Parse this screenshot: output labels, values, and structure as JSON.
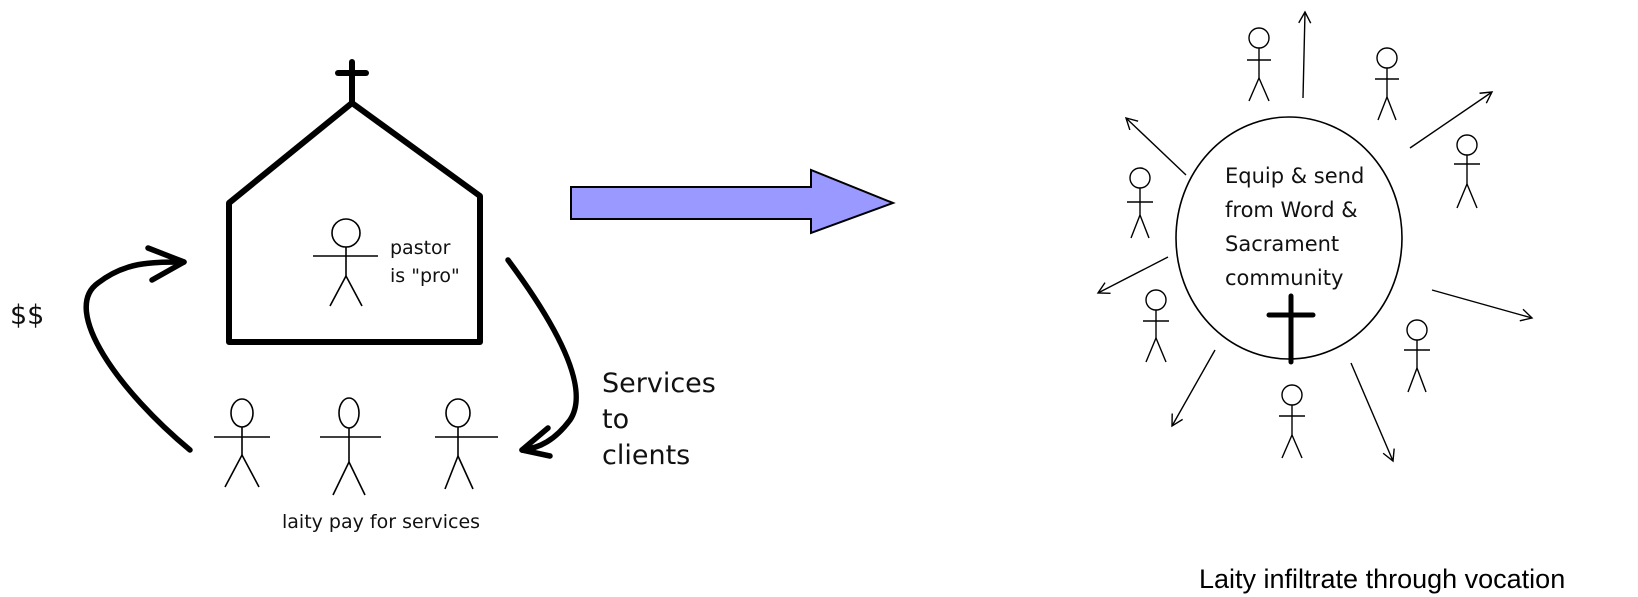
{
  "left_panel": {
    "money_label": "$$",
    "pastor_label_line1": "pastor",
    "pastor_label_line2": "is \"pro\"",
    "services_line1": "Services",
    "services_line2": "to",
    "services_line3": "clients",
    "laity_caption": "laity pay for services"
  },
  "right_panel": {
    "circle_line1": "Equip & send",
    "circle_line2": "from Word &",
    "circle_line3": "Sacrament",
    "circle_line4": "community",
    "caption": "Laity infiltrate through vocation"
  },
  "colors": {
    "big_arrow_fill": "#9999ff",
    "ink": "#000000"
  }
}
